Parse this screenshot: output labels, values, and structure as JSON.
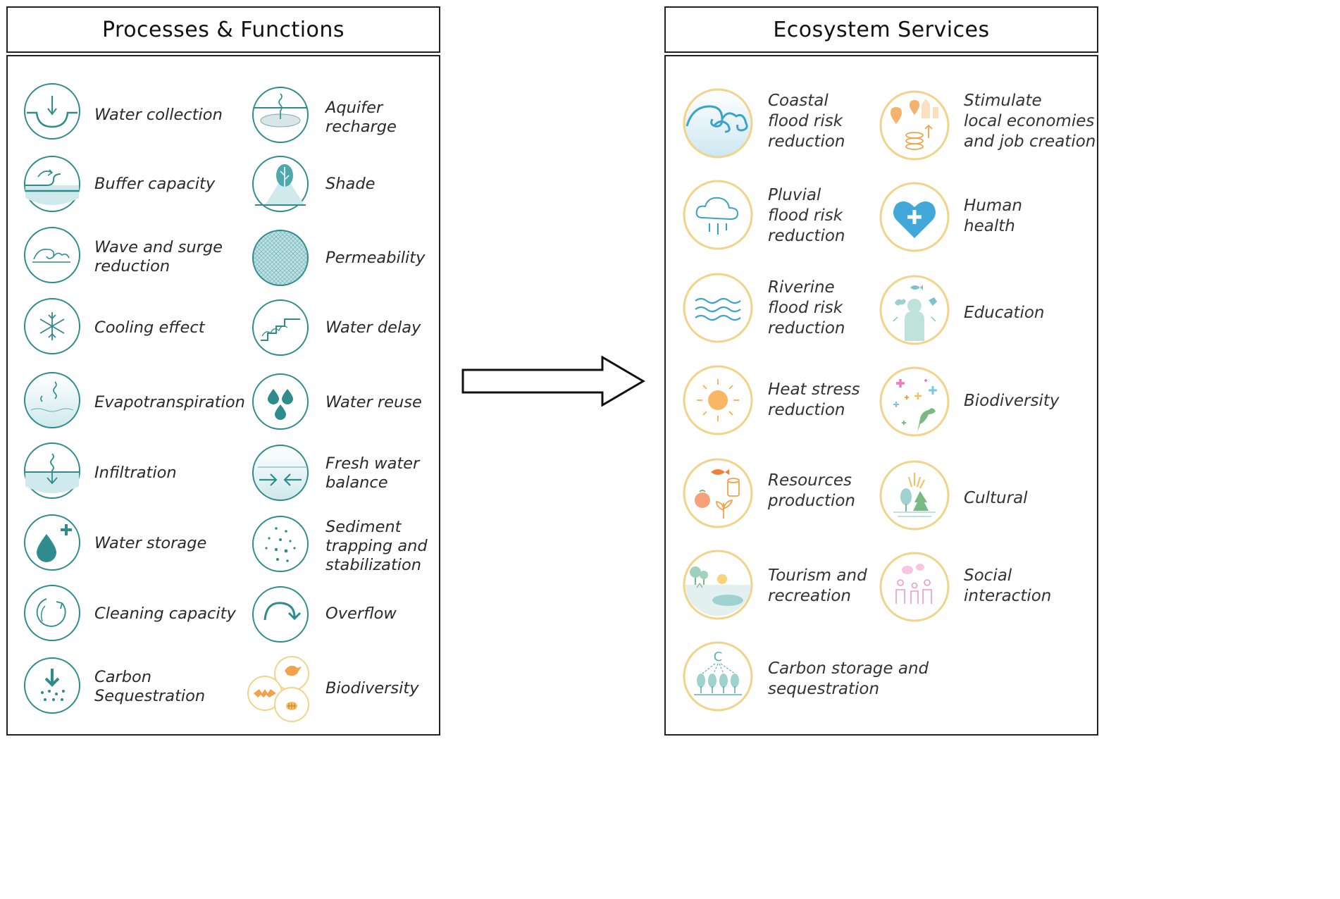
{
  "left_panel": {
    "title": "Processes & Functions",
    "items": [
      {
        "icon": "water-collection-icon",
        "lines": [
          "Water collection"
        ]
      },
      {
        "icon": "aquifer-recharge-icon",
        "lines": [
          "Aquifer",
          "recharge"
        ]
      },
      {
        "icon": "buffer-capacity-icon",
        "lines": [
          "Buffer capacity"
        ]
      },
      {
        "icon": "shade-icon",
        "lines": [
          "Shade"
        ]
      },
      {
        "icon": "wave-surge-icon",
        "lines": [
          "Wave and surge",
          "reduction"
        ]
      },
      {
        "icon": "permeability-icon",
        "lines": [
          "Permeability"
        ]
      },
      {
        "icon": "cooling-effect-icon",
        "lines": [
          "Cooling effect"
        ]
      },
      {
        "icon": "water-delay-icon",
        "lines": [
          "Water delay"
        ]
      },
      {
        "icon": "evapotranspiration-icon",
        "lines": [
          "Evapotranspiration"
        ]
      },
      {
        "icon": "water-reuse-icon",
        "lines": [
          "Water reuse"
        ]
      },
      {
        "icon": "infiltration-icon",
        "lines": [
          "Infiltration"
        ]
      },
      {
        "icon": "fresh-water-balance-icon",
        "lines": [
          "Fresh water",
          "balance"
        ]
      },
      {
        "icon": "water-storage-icon",
        "lines": [
          "Water storage"
        ]
      },
      {
        "icon": "sediment-trapping-icon",
        "lines": [
          "Sediment",
          "trapping and",
          "stabilization"
        ]
      },
      {
        "icon": "cleaning-capacity-icon",
        "lines": [
          "Cleaning capacity"
        ]
      },
      {
        "icon": "overflow-icon",
        "lines": [
          "Overflow"
        ]
      },
      {
        "icon": "carbon-sequestration-icon",
        "lines": [
          "Carbon",
          "Sequestration"
        ]
      },
      {
        "icon": "biodiversity-animals-icon",
        "lines": [
          "Biodiversity"
        ]
      }
    ]
  },
  "right_panel": {
    "title": "Ecosystem Services",
    "items": [
      {
        "icon": "coastal-flood-icon",
        "lines": [
          "Coastal",
          "flood risk",
          "reduction"
        ]
      },
      {
        "icon": "local-economy-icon",
        "lines": [
          "Stimulate",
          "local economies",
          "and job creation"
        ]
      },
      {
        "icon": "pluvial-flood-icon",
        "lines": [
          "Pluvial",
          "flood risk",
          "reduction"
        ]
      },
      {
        "icon": "human-health-icon",
        "lines": [
          "Human",
          "health"
        ]
      },
      {
        "icon": "riverine-flood-icon",
        "lines": [
          "Riverine",
          "flood risk",
          "reduction"
        ]
      },
      {
        "icon": "education-icon",
        "lines": [
          "Education"
        ]
      },
      {
        "icon": "heat-stress-icon",
        "lines": [
          "Heat stress",
          "reduction"
        ]
      },
      {
        "icon": "biodiversity-icon",
        "lines": [
          "Biodiversity"
        ]
      },
      {
        "icon": "resources-production-icon",
        "lines": [
          "Resources",
          "production"
        ]
      },
      {
        "icon": "cultural-icon",
        "lines": [
          "Cultural"
        ]
      },
      {
        "icon": "tourism-recreation-icon",
        "lines": [
          "Tourism and",
          "recreation"
        ]
      },
      {
        "icon": "social-interaction-icon",
        "lines": [
          "Social",
          "interaction"
        ]
      },
      {
        "icon": "carbon-storage-icon",
        "lines": [
          "Carbon storage and",
          "sequestration"
        ]
      }
    ]
  },
  "colors": {
    "teal": "#2e8c8c",
    "teal_light": "#cfe9ec",
    "gold_ring": "#f1d38a",
    "orange": "#f4a24a",
    "border": "#222222"
  },
  "connector": "right-arrow"
}
